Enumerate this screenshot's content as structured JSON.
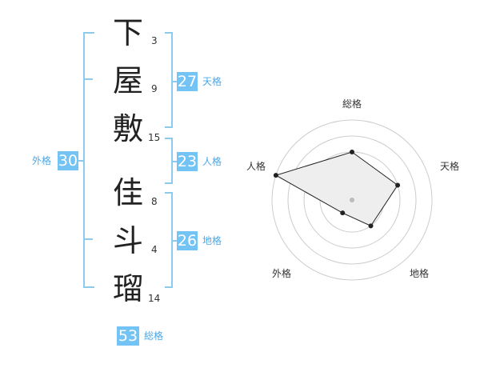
{
  "name_chars": [
    {
      "char": "下",
      "strokes": "3"
    },
    {
      "char": "屋",
      "strokes": "9"
    },
    {
      "char": "敷",
      "strokes": "15"
    },
    {
      "char": "佳",
      "strokes": "8"
    },
    {
      "char": "斗",
      "strokes": "4"
    },
    {
      "char": "瑠",
      "strokes": "14"
    }
  ],
  "fortune": {
    "tenkaku": {
      "value": "27",
      "label": "天格"
    },
    "jinkaku": {
      "value": "23",
      "label": "人格"
    },
    "chikaku": {
      "value": "26",
      "label": "地格"
    },
    "gaikaku": {
      "value": "30",
      "label": "外格"
    },
    "soukaku": {
      "value": "53",
      "label": "総格"
    }
  },
  "radar": {
    "axes": [
      "総格",
      "天格",
      "地格",
      "外格",
      "人格"
    ],
    "levels": 5,
    "values": [
      3,
      3,
      2,
      1,
      5
    ],
    "max": 5,
    "fill_color": "#eeeeee",
    "line_color": "#222222",
    "ring_color": "#cccccc"
  }
}
